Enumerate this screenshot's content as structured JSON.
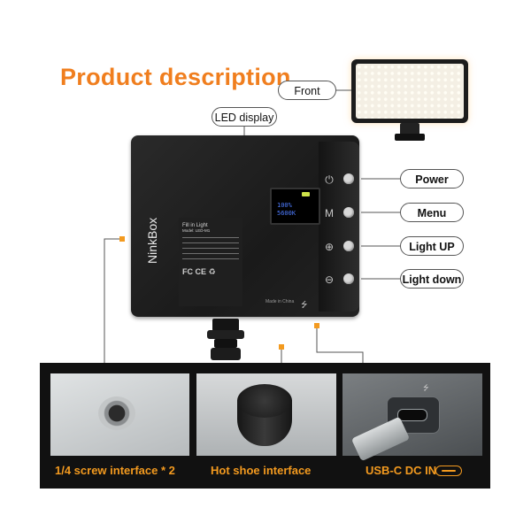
{
  "title": "Product description",
  "callouts": {
    "front": "Front",
    "led_display": "LED display",
    "power": "Power",
    "menu": "Menu",
    "light_up": "Light UP",
    "light_down": "Light down"
  },
  "device": {
    "brand": "NinkBox",
    "oled_line1": "100%",
    "oled_line2": "5600K",
    "made_in": "Made in China",
    "sticker_title": "Fill in Light",
    "sticker_model": "Model: LED-M1",
    "buttons": [
      "⏻",
      "M",
      "⊕",
      "⊖"
    ]
  },
  "captions": {
    "screw": "1/4 screw interface * 2",
    "hotshoe": "Hot shoe interface",
    "usbc": "USB-C DC IN"
  },
  "colors": {
    "accent": "#f07e1e",
    "caption": "#f39a1f"
  }
}
